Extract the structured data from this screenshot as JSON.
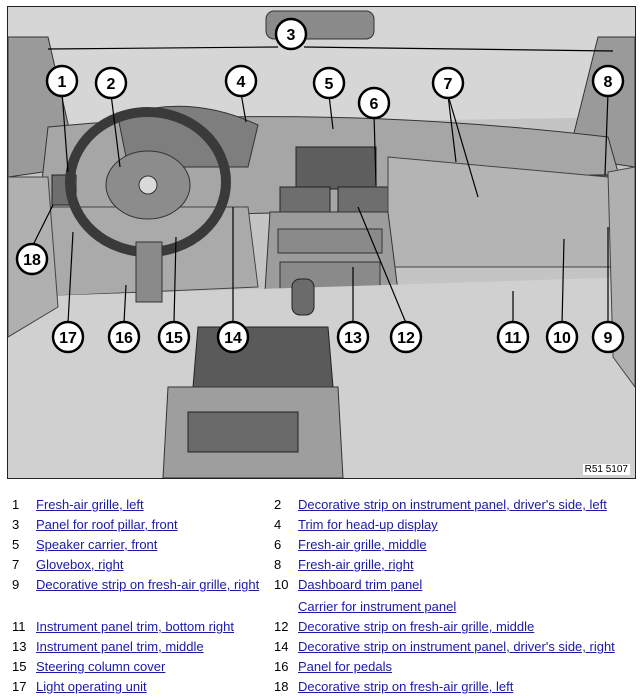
{
  "figure": {
    "id_label": "R51 5107",
    "callouts": [
      "1",
      "2",
      "3",
      "4",
      "5",
      "6",
      "7",
      "8",
      "9",
      "10",
      "11",
      "12",
      "13",
      "14",
      "15",
      "16",
      "17",
      "18"
    ]
  },
  "legend": [
    {
      "num": "1",
      "label": "Fresh-air grille, left"
    },
    {
      "num": "2",
      "label": "Decorative strip on instrument panel, driver's side, left"
    },
    {
      "num": "3",
      "label": "Panel for roof pillar, front"
    },
    {
      "num": "4",
      "label": "Trim for head-up display"
    },
    {
      "num": "5",
      "label": "Speaker carrier, front"
    },
    {
      "num": "6",
      "label": "Fresh-air grille, middle"
    },
    {
      "num": "7",
      "label": "Glovebox, right"
    },
    {
      "num": "8",
      "label": "Fresh-air grille, right"
    },
    {
      "num": "9",
      "label": "Decorative strip on fresh-air grille, right"
    },
    {
      "num": "10",
      "label": "Dashboard trim panel"
    },
    {
      "num": "",
      "label": "Carrier for instrument panel"
    },
    {
      "num": "11",
      "label": "Instrument panel trim, bottom right"
    },
    {
      "num": "12",
      "label": "Decorative strip on fresh-air grille, middle"
    },
    {
      "num": "13",
      "label": "Instrument panel trim, middle"
    },
    {
      "num": "14",
      "label": "Decorative strip on instrument panel, driver's side, right"
    },
    {
      "num": "15",
      "label": "Steering column cover"
    },
    {
      "num": "16",
      "label": "Panel for pedals"
    },
    {
      "num": "17",
      "label": "Light operating unit"
    },
    {
      "num": "18",
      "label": "Decorative strip on fresh-air grille, left"
    }
  ]
}
